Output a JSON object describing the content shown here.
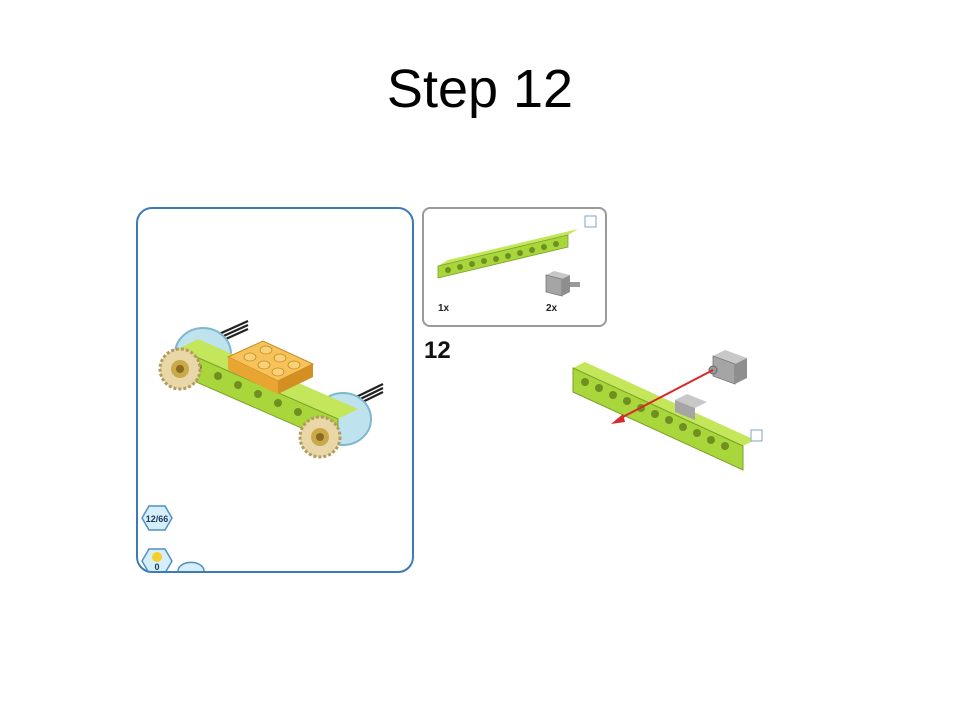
{
  "slide": {
    "title": "Step 12"
  },
  "parts_list": {
    "items": [
      {
        "name": "lime-technic-beam",
        "quantity": "1x",
        "color": "#a9d63a"
      },
      {
        "name": "gray-axle-brick",
        "quantity": "2x",
        "color": "#a9a9a9"
      }
    ]
  },
  "step": {
    "number": "12"
  },
  "progress": {
    "page": "12/66",
    "count": "0"
  },
  "colors": {
    "panel_border": "#3c7ab8",
    "beam": "#a9d63a",
    "plate": "#f2b13b",
    "arrow": "#d62a2a"
  }
}
